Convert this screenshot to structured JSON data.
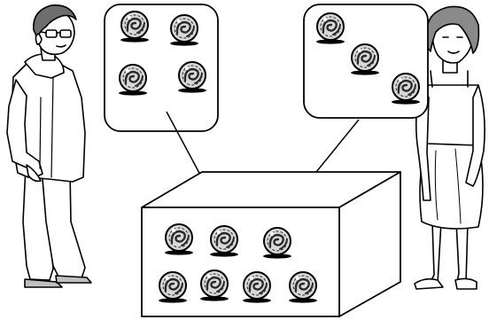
{
  "colors": {
    "line": "#000000",
    "background": "#ffffff",
    "marble_fill": "#d8d8d8",
    "marble_swirl": "#2a2a2a",
    "shadow": "#000000"
  },
  "diagram": {
    "boy_box_marbles": 4,
    "girl_box_marbles": 3,
    "combined_box_marbles": 7,
    "arrows": [
      "boy-box-to-combined-box",
      "girl-box-to-combined-box"
    ],
    "icons": {
      "marble": "marble-icon",
      "boy": "boy-figure-icon",
      "girl": "girl-figure-icon"
    }
  }
}
